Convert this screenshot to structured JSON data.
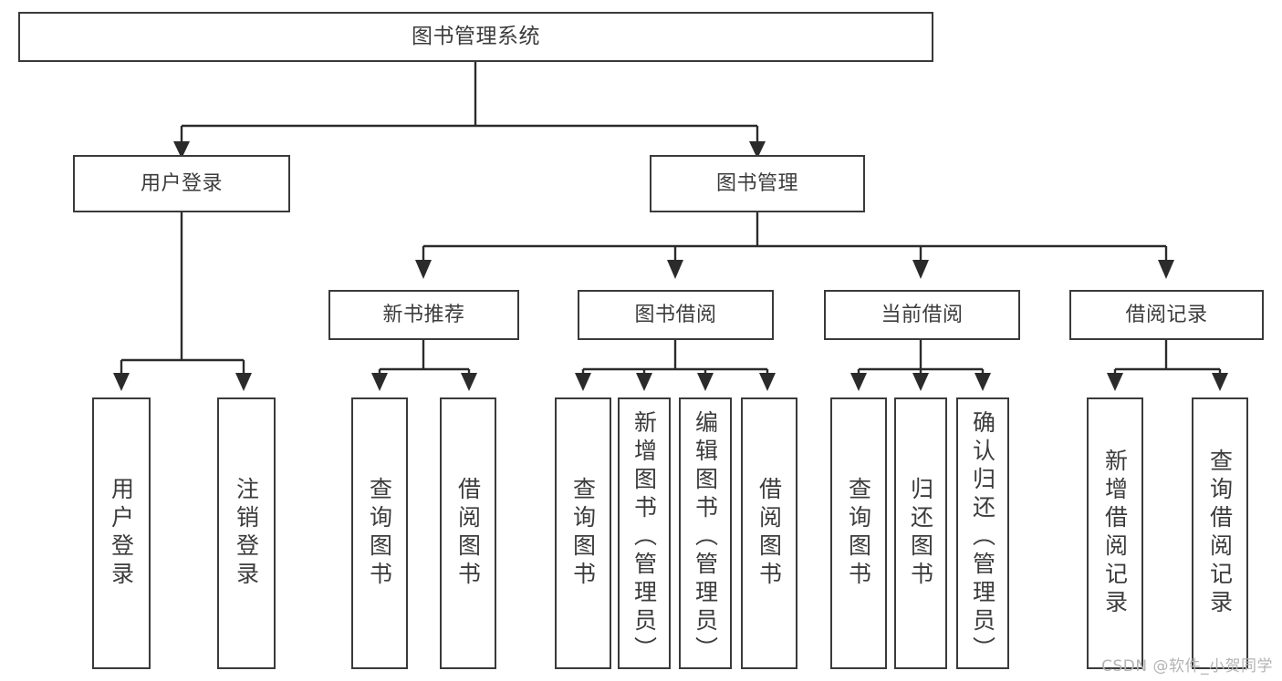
{
  "diagram": {
    "type": "tree-hierarchy-chart",
    "title": "图书管理系统",
    "root": {
      "label": "图书管理系统"
    },
    "level1": [
      {
        "id": "user-login",
        "label": "用户登录"
      },
      {
        "id": "book-manage",
        "label": "图书管理"
      }
    ],
    "level2": [
      {
        "id": "new-book-recommend",
        "label": "新书推荐",
        "parent": "book-manage"
      },
      {
        "id": "book-borrow",
        "label": "图书借阅",
        "parent": "book-manage"
      },
      {
        "id": "current-borrow",
        "label": "当前借阅",
        "parent": "book-manage"
      },
      {
        "id": "borrow-record",
        "label": "借阅记录",
        "parent": "book-manage"
      }
    ],
    "leaves": [
      {
        "id": "leaf-user-login",
        "label": "用户登录",
        "parent": "user-login"
      },
      {
        "id": "leaf-logout",
        "label": "注销登录",
        "parent": "user-login"
      },
      {
        "id": "leaf-query-book-1",
        "label": "查询图书",
        "parent": "new-book-recommend"
      },
      {
        "id": "leaf-borrow-book-1",
        "label": "借阅图书",
        "parent": "new-book-recommend"
      },
      {
        "id": "leaf-query-book-2",
        "label": "查询图书",
        "parent": "book-borrow"
      },
      {
        "id": "leaf-add-book",
        "label": "新增图书（管理员）",
        "parent": "book-borrow"
      },
      {
        "id": "leaf-edit-book",
        "label": "编辑图书（管理员）",
        "parent": "book-borrow"
      },
      {
        "id": "leaf-borrow-book-2",
        "label": "借阅图书",
        "parent": "book-borrow"
      },
      {
        "id": "leaf-query-book-3",
        "label": "查询图书",
        "parent": "current-borrow"
      },
      {
        "id": "leaf-return-book",
        "label": "归还图书",
        "parent": "current-borrow"
      },
      {
        "id": "leaf-confirm-return",
        "label": "确认归还（管理员）",
        "parent": "current-borrow"
      },
      {
        "id": "leaf-add-record",
        "label": "新增借阅记录",
        "parent": "borrow-record"
      },
      {
        "id": "leaf-query-record",
        "label": "查询借阅记录",
        "parent": "borrow-record"
      }
    ],
    "watermark": "CSDN @软件_小贺同学",
    "colors": {
      "background": "#ffffff",
      "box_border": "#3a3a3a",
      "connector": "#2b2b2b",
      "text": "#3c3c3c",
      "watermark": "#b4b4b4"
    }
  }
}
